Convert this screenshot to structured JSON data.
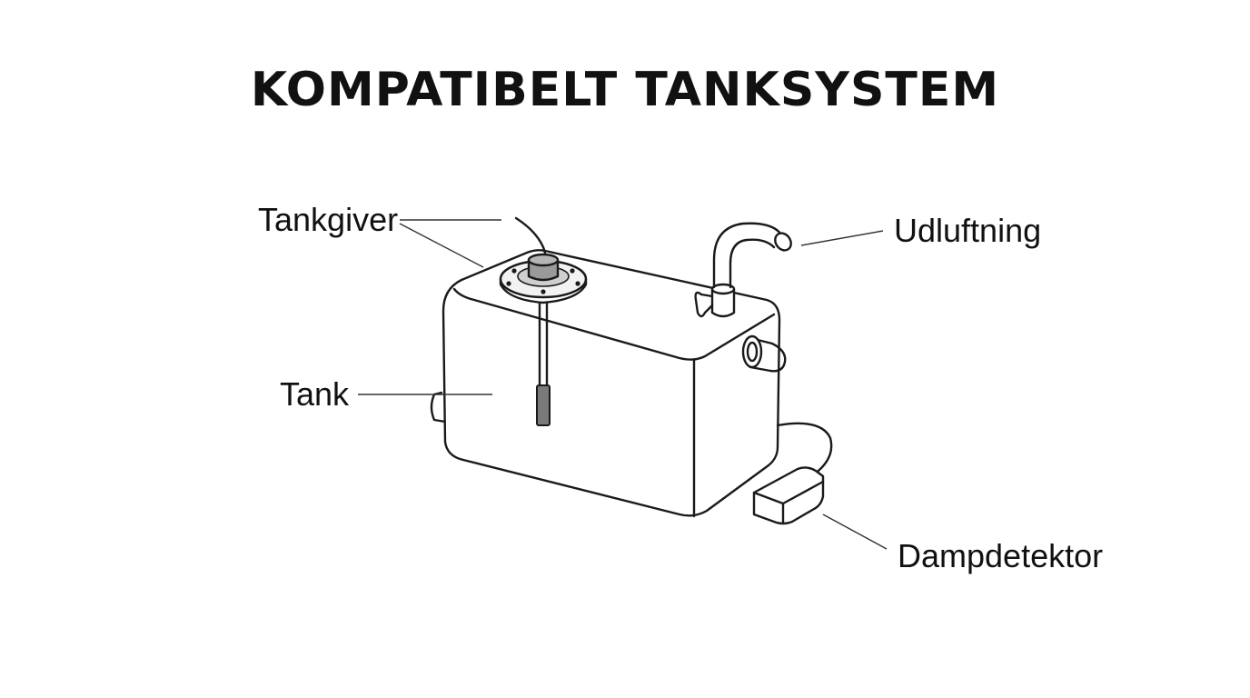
{
  "title": "KOMPATIBELT TANKSYSTEM",
  "labels": {
    "sender": "Tankgiver",
    "vent": "Udluftning",
    "tank": "Tank",
    "detector": "Dampdetektor"
  },
  "colors": {
    "ink": "#1a1a1a",
    "flange_fill": "#dcdcdc",
    "probe_fill": "#7a7a7a",
    "background": "#ffffff"
  }
}
